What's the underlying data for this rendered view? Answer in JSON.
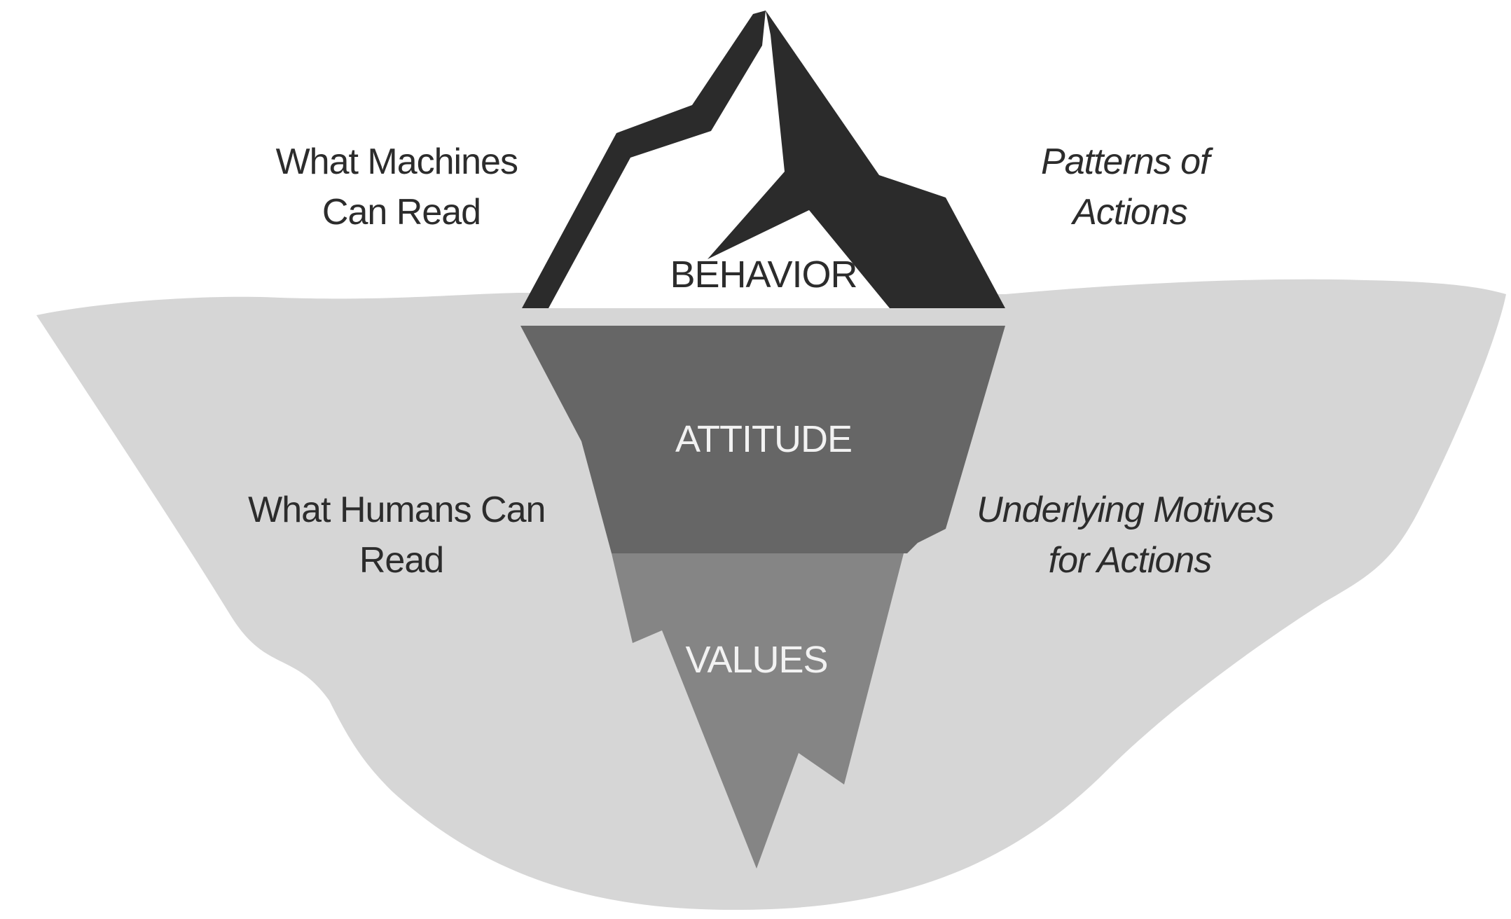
{
  "diagram": {
    "layers": [
      {
        "label": "BEHAVIOR"
      },
      {
        "label": "ATTITUDE"
      },
      {
        "label": "VALUES"
      }
    ],
    "left_labels": [
      {
        "lines": [
          "What Machines",
          "Can Read"
        ]
      },
      {
        "lines": [
          "What Humans Can",
          "Read"
        ]
      }
    ],
    "right_labels": [
      {
        "lines": [
          "Patterns of",
          "Actions"
        ]
      },
      {
        "lines": [
          "Underlying Motives",
          "for Actions"
        ]
      }
    ],
    "colors": {
      "water": "#d6d6d6",
      "tip_outline": "#2b2b2b",
      "tip_fill": "#ffffff",
      "attitude": "#666666",
      "values": "#858585",
      "text_dark": "#2c2c2c",
      "text_light": "#f2f2f2"
    }
  }
}
